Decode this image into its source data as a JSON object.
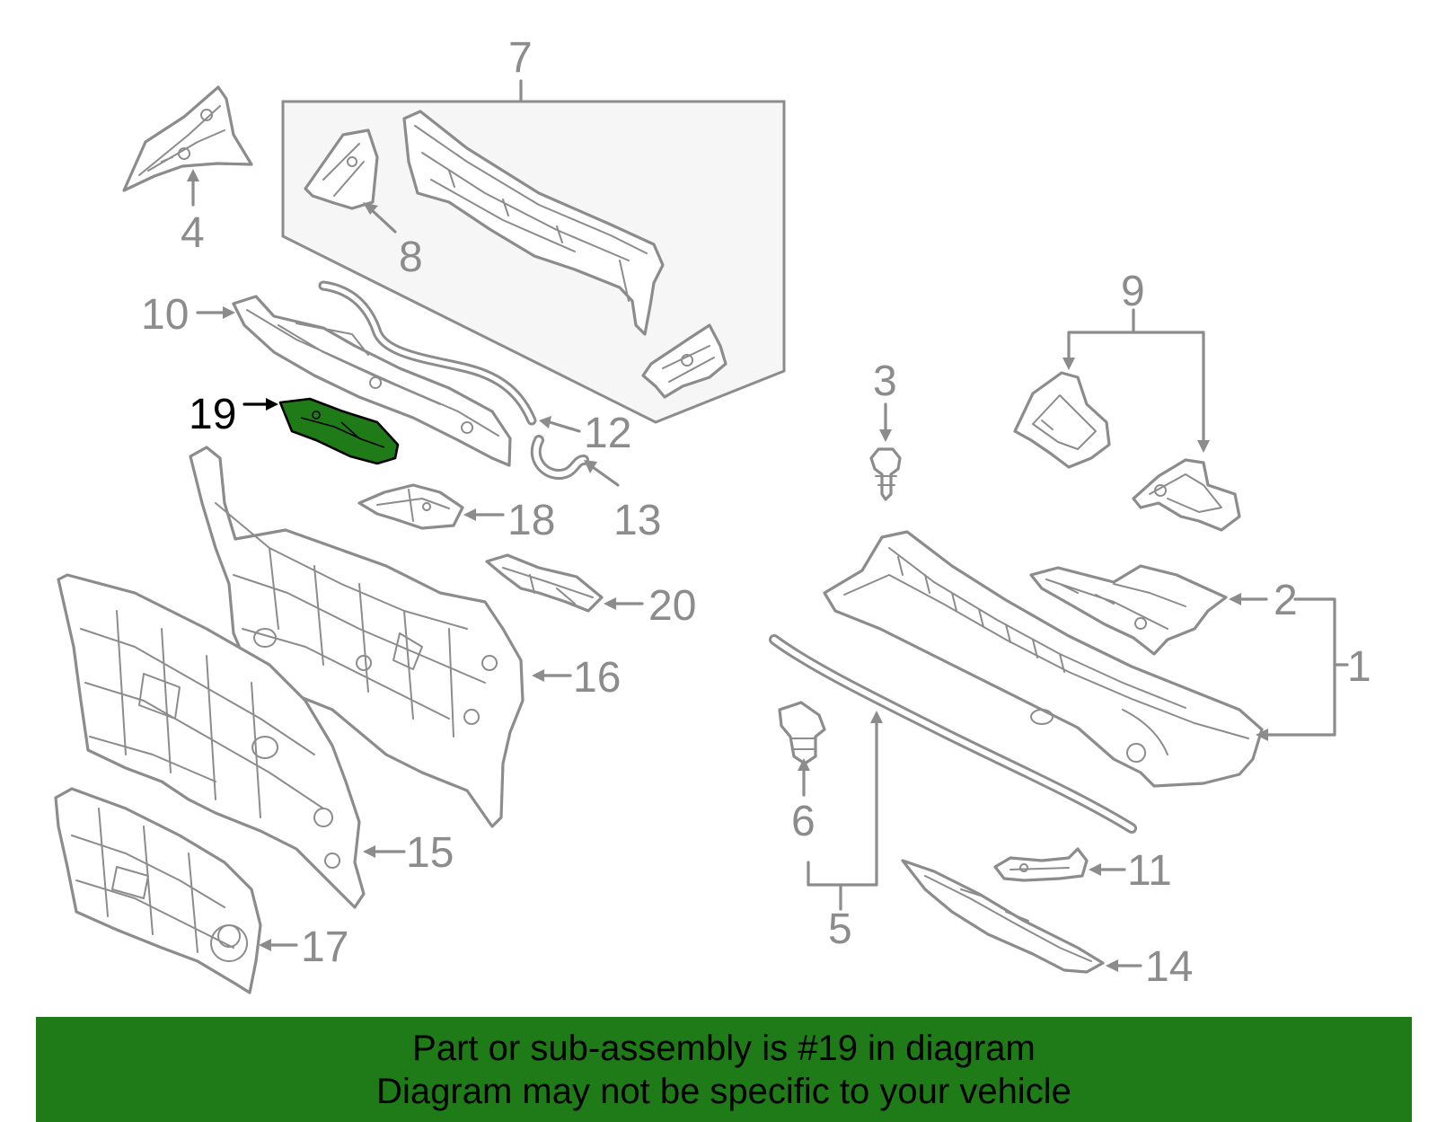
{
  "diagram": {
    "colors": {
      "line": "#8c8c8c",
      "highlight_fill": "#1f7a18",
      "highlight_label": "#000000",
      "banner": "#1f7a18"
    },
    "highlighted_part": "19",
    "callouts": {
      "c1": "1",
      "c2": "2",
      "c3": "3",
      "c4": "4",
      "c5": "5",
      "c6": "6",
      "c7": "7",
      "c8": "8",
      "c9": "9",
      "c10": "10",
      "c11": "11",
      "c12": "12",
      "c13": "13",
      "c14": "14",
      "c15": "15",
      "c16": "16",
      "c17": "17",
      "c18": "18",
      "c19": "19",
      "c20": "20"
    }
  },
  "banner": {
    "line1": "Part or sub-assembly is #19 in diagram",
    "line2": "Diagram may not be specific to your vehicle"
  }
}
